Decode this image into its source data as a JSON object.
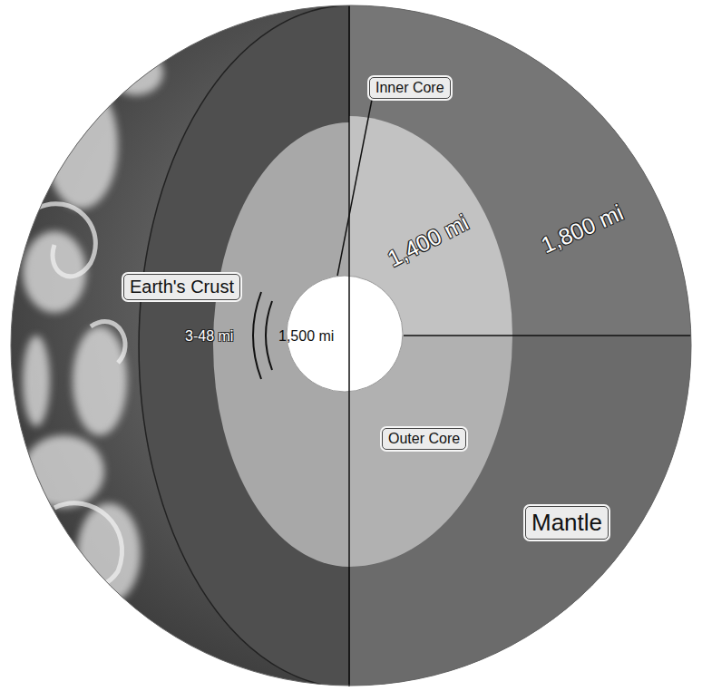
{
  "diagram": {
    "nodes": [
      {
        "text": [
          "Inner Core"
        ]
      },
      {
        "text": [
          "Earth's Crust"
        ]
      },
      {
        "text": [
          "Outer Core"
        ]
      },
      {
        "text": [
          "Mantle"
        ]
      }
    ],
    "labels": [
      "3-48 mi",
      "1,500 mi",
      "1,400 mi",
      "1,800 mi"
    ]
  }
}
